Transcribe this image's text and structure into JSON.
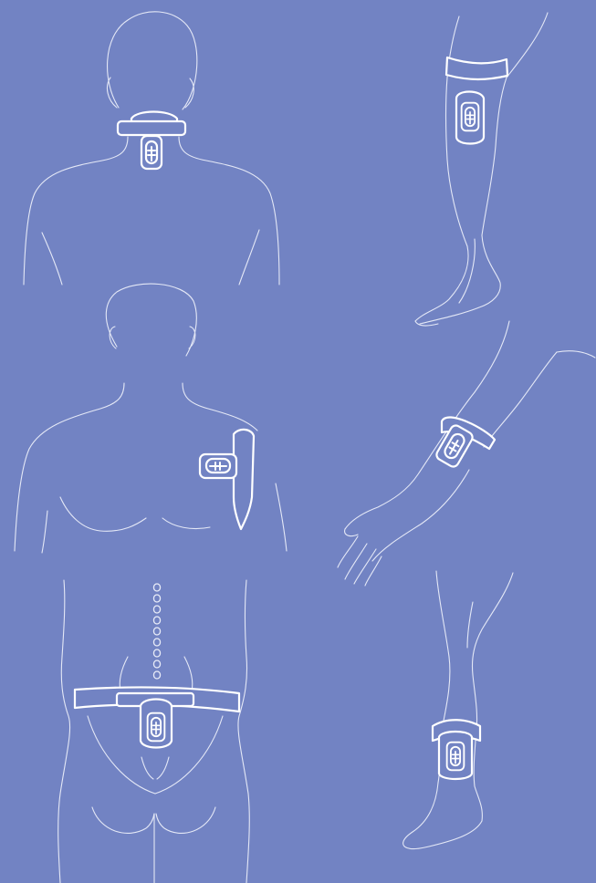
{
  "background": "#7283c3",
  "line_color": "#e4e8f6",
  "device_color": "#ffffff",
  "figures": [
    {
      "id": "neck",
      "icon": "device-on-neck"
    },
    {
      "id": "thigh",
      "icon": "device-on-thigh"
    },
    {
      "id": "shoulder",
      "icon": "device-on-shoulder"
    },
    {
      "id": "forearm",
      "icon": "device-on-forearm"
    },
    {
      "id": "lower-back",
      "icon": "device-on-lower-back"
    },
    {
      "id": "ankle",
      "icon": "device-on-ankle"
    }
  ]
}
